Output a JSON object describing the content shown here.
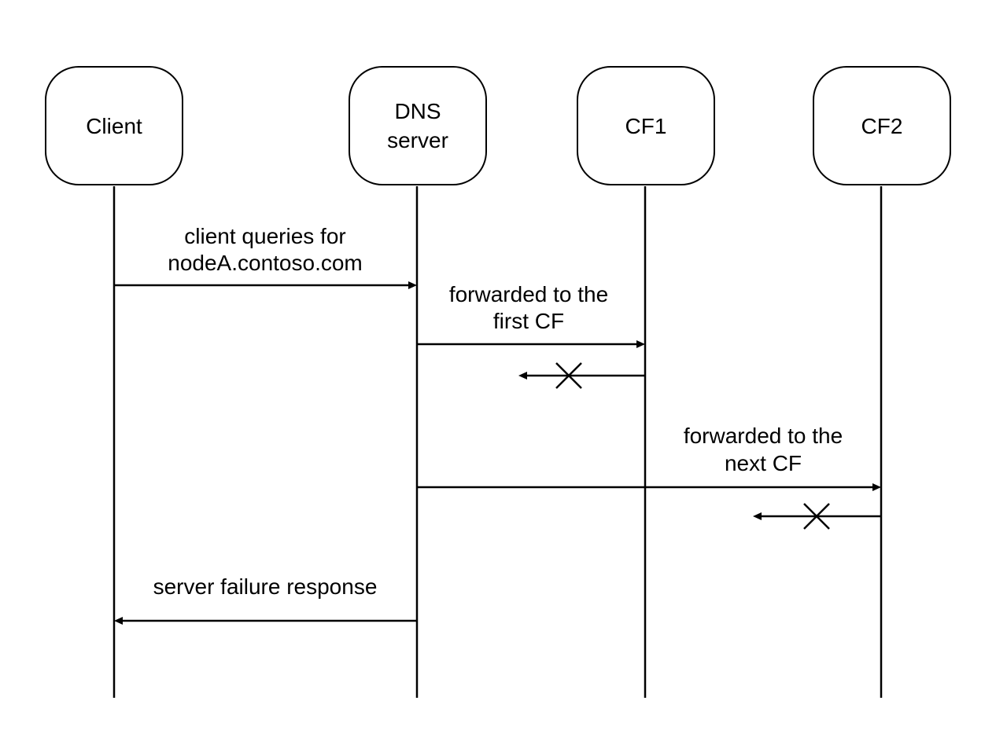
{
  "participants": [
    {
      "id": "client",
      "label_lines": [
        "Client"
      ]
    },
    {
      "id": "dns",
      "label_lines": [
        "DNS",
        "server"
      ]
    },
    {
      "id": "cf1",
      "label_lines": [
        "CF1"
      ]
    },
    {
      "id": "cf2",
      "label_lines": [
        "CF2"
      ]
    }
  ],
  "messages": [
    {
      "id": "client-query",
      "from": "client",
      "to": "dns",
      "label_lines": [
        "client queries for",
        "nodeA.contoso.com"
      ],
      "failed": false
    },
    {
      "id": "forward-first",
      "from": "dns",
      "to": "cf1",
      "label_lines": [
        "forwarded to the",
        "first CF"
      ],
      "failed": false
    },
    {
      "id": "cf1-response",
      "from": "cf1",
      "to": "dns",
      "label_lines": [],
      "failed": true
    },
    {
      "id": "forward-next",
      "from": "dns",
      "to": "cf2",
      "label_lines": [
        "forwarded to the",
        "next CF"
      ],
      "failed": false
    },
    {
      "id": "cf2-response",
      "from": "cf2",
      "to": "cf1",
      "label_lines": [],
      "failed": true
    },
    {
      "id": "failure-response",
      "from": "dns",
      "to": "client",
      "label_lines": [
        "server failure response"
      ],
      "failed": false
    }
  ],
  "colors": {
    "stroke": "#000000",
    "background": "#ffffff"
  }
}
